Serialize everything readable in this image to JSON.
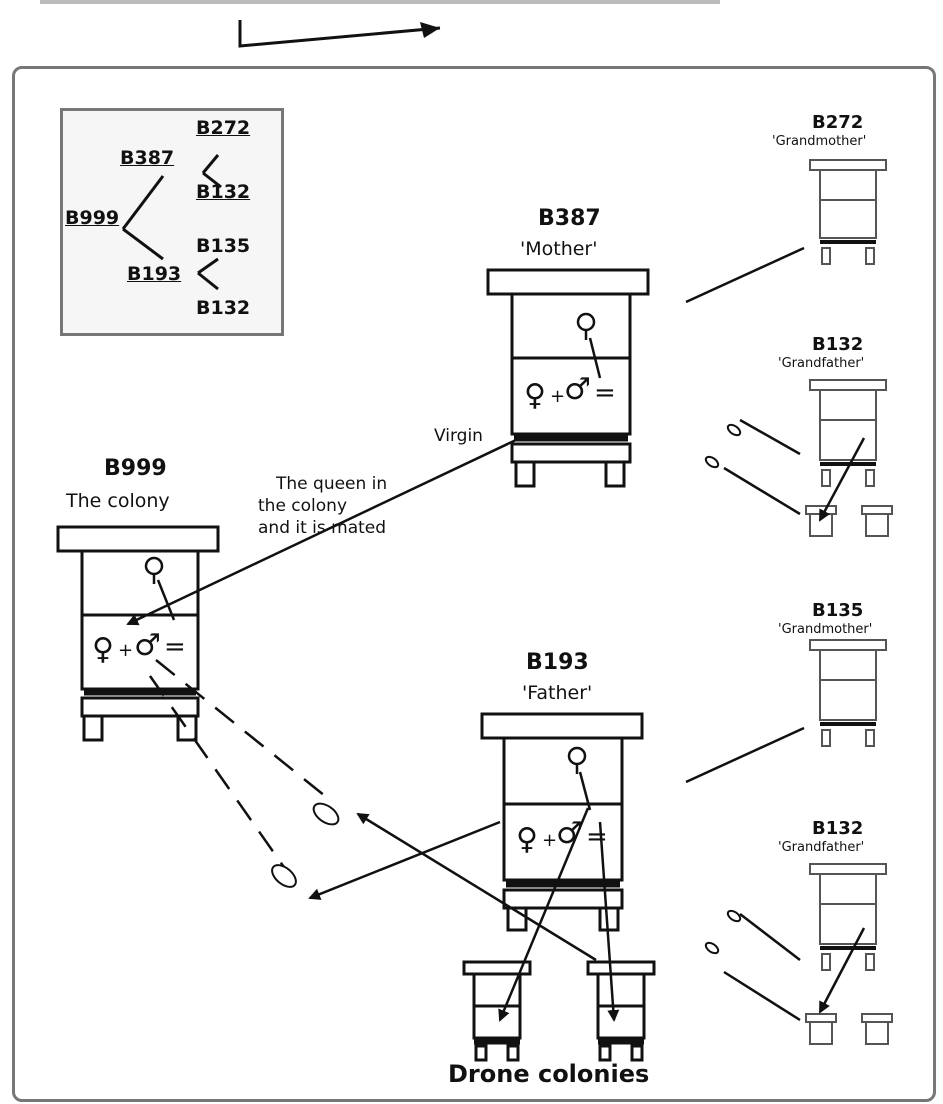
{
  "top_caption": "",
  "pedigree": {
    "b272": "B272",
    "b387": "B387",
    "b132_top": "B132",
    "b999": "B999",
    "b135": "B135",
    "b193": "B193",
    "b132_bottom": "B132"
  },
  "hives": {
    "b999": {
      "id": "B999",
      "subtitle": "The colony"
    },
    "b387": {
      "id": "B387",
      "subtitle": "'Mother'"
    },
    "b193": {
      "id": "B193",
      "subtitle": "'Father'"
    },
    "b272": {
      "id": "B272",
      "subtitle": "'Grandmother'"
    },
    "b132a": {
      "id": "B132",
      "subtitle": "'Grandfather'"
    },
    "b135": {
      "id": "B135",
      "subtitle": "'Grandmother'"
    },
    "b132b": {
      "id": "B132",
      "subtitle": "'Grandfather'"
    }
  },
  "annotations": {
    "virgin": "Virgin",
    "queen_line1": "The queen in",
    "queen_line2": "the colony",
    "queen_line3": "and it is mated",
    "drone_colonies": "Drone colonies"
  },
  "symbols": {
    "female": "♀",
    "male": "♂",
    "plus": "+",
    "equals": "="
  }
}
